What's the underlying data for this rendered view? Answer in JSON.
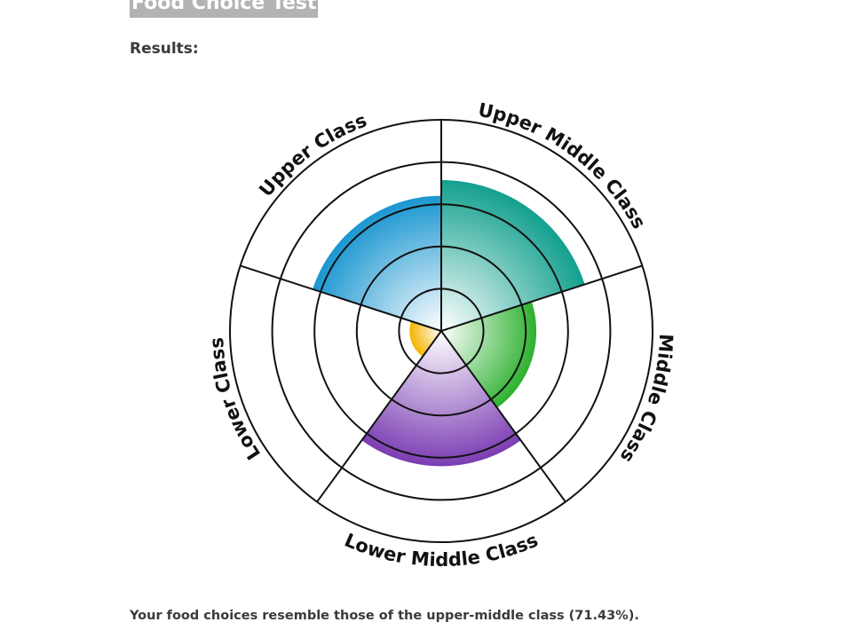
{
  "page": {
    "title": "Food Choice Test",
    "results_label": "Results:",
    "summary": "Your food choices resemble those of the upper-middle class (71.43%)."
  },
  "chart_data": {
    "type": "polar-area",
    "title": "",
    "rlim": [
      0,
      100
    ],
    "rings": 5,
    "grid": true,
    "categories": [
      "Upper Middle Class",
      "Middle Class",
      "Lower Middle Class",
      "Lower Class",
      "Upper Class"
    ],
    "values": [
      71.43,
      45,
      64,
      15,
      64
    ],
    "colors": [
      "#13a08e",
      "#2db12f",
      "#7b3db3",
      "#f5b400",
      "#1a96d0"
    ]
  }
}
